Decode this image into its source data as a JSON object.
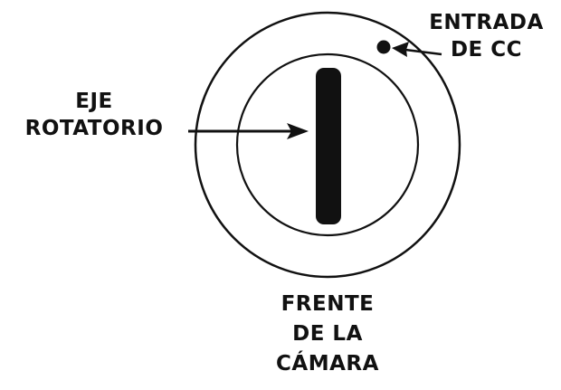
{
  "labels": {
    "rotating_shaft": [
      "EJE",
      "ROTATORIO"
    ],
    "dc_input": [
      "ENTRADA",
      "DE CC"
    ],
    "camera_front": [
      "FRENTE",
      "DE LA",
      "CÁMARA"
    ]
  },
  "colors": {
    "ink": "#111111",
    "background": "#ffffff"
  }
}
